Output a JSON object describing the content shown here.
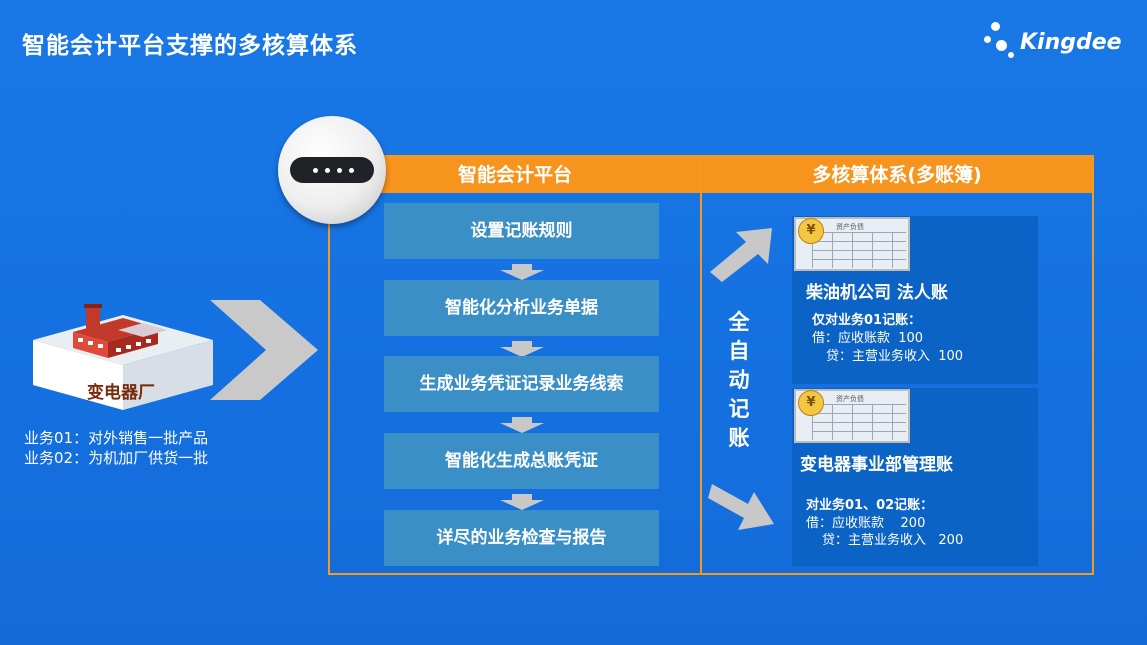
{
  "slide": {
    "title": "智能会计平台支撑的多核算体系",
    "brand": "Kingdee"
  },
  "factory": {
    "label": "变电器厂",
    "business": [
      "业务01：对外销售一批产品",
      "业务02：为机加厂供货一批"
    ]
  },
  "platform": {
    "header": "智能会计平台",
    "steps": [
      "设置记账规则",
      "智能化分析业务单据",
      "生成业务凭证记录业务线索",
      "智能化生成总账凭证",
      "详尽的业务检查与报告"
    ]
  },
  "accounting": {
    "header": "多核算体系(多账簿)",
    "auto_label": [
      "全",
      "自",
      "动",
      "记",
      "账"
    ],
    "ledger_image_caption": "资产负债",
    "ledgers": [
      {
        "title": "柴油机公司 法人账",
        "subtitle": "仅对业务01记账：",
        "debit": "借：应收账款  100",
        "credit": "贷：主营业务收入  100"
      },
      {
        "title": "变电器事业部管理账",
        "subtitle": "对业务01、02记账：",
        "debit": "借：应收账款    200",
        "credit": "贷：主营业务收入   200"
      }
    ]
  },
  "colors": {
    "background": "#1a78e6",
    "header_orange": "#f7941d",
    "frame_orange": "#f29b1f",
    "step_blue": "#3b8fc7",
    "ledger_blue": "#0c63c6",
    "arrow_gray": "#c8c8c8"
  }
}
